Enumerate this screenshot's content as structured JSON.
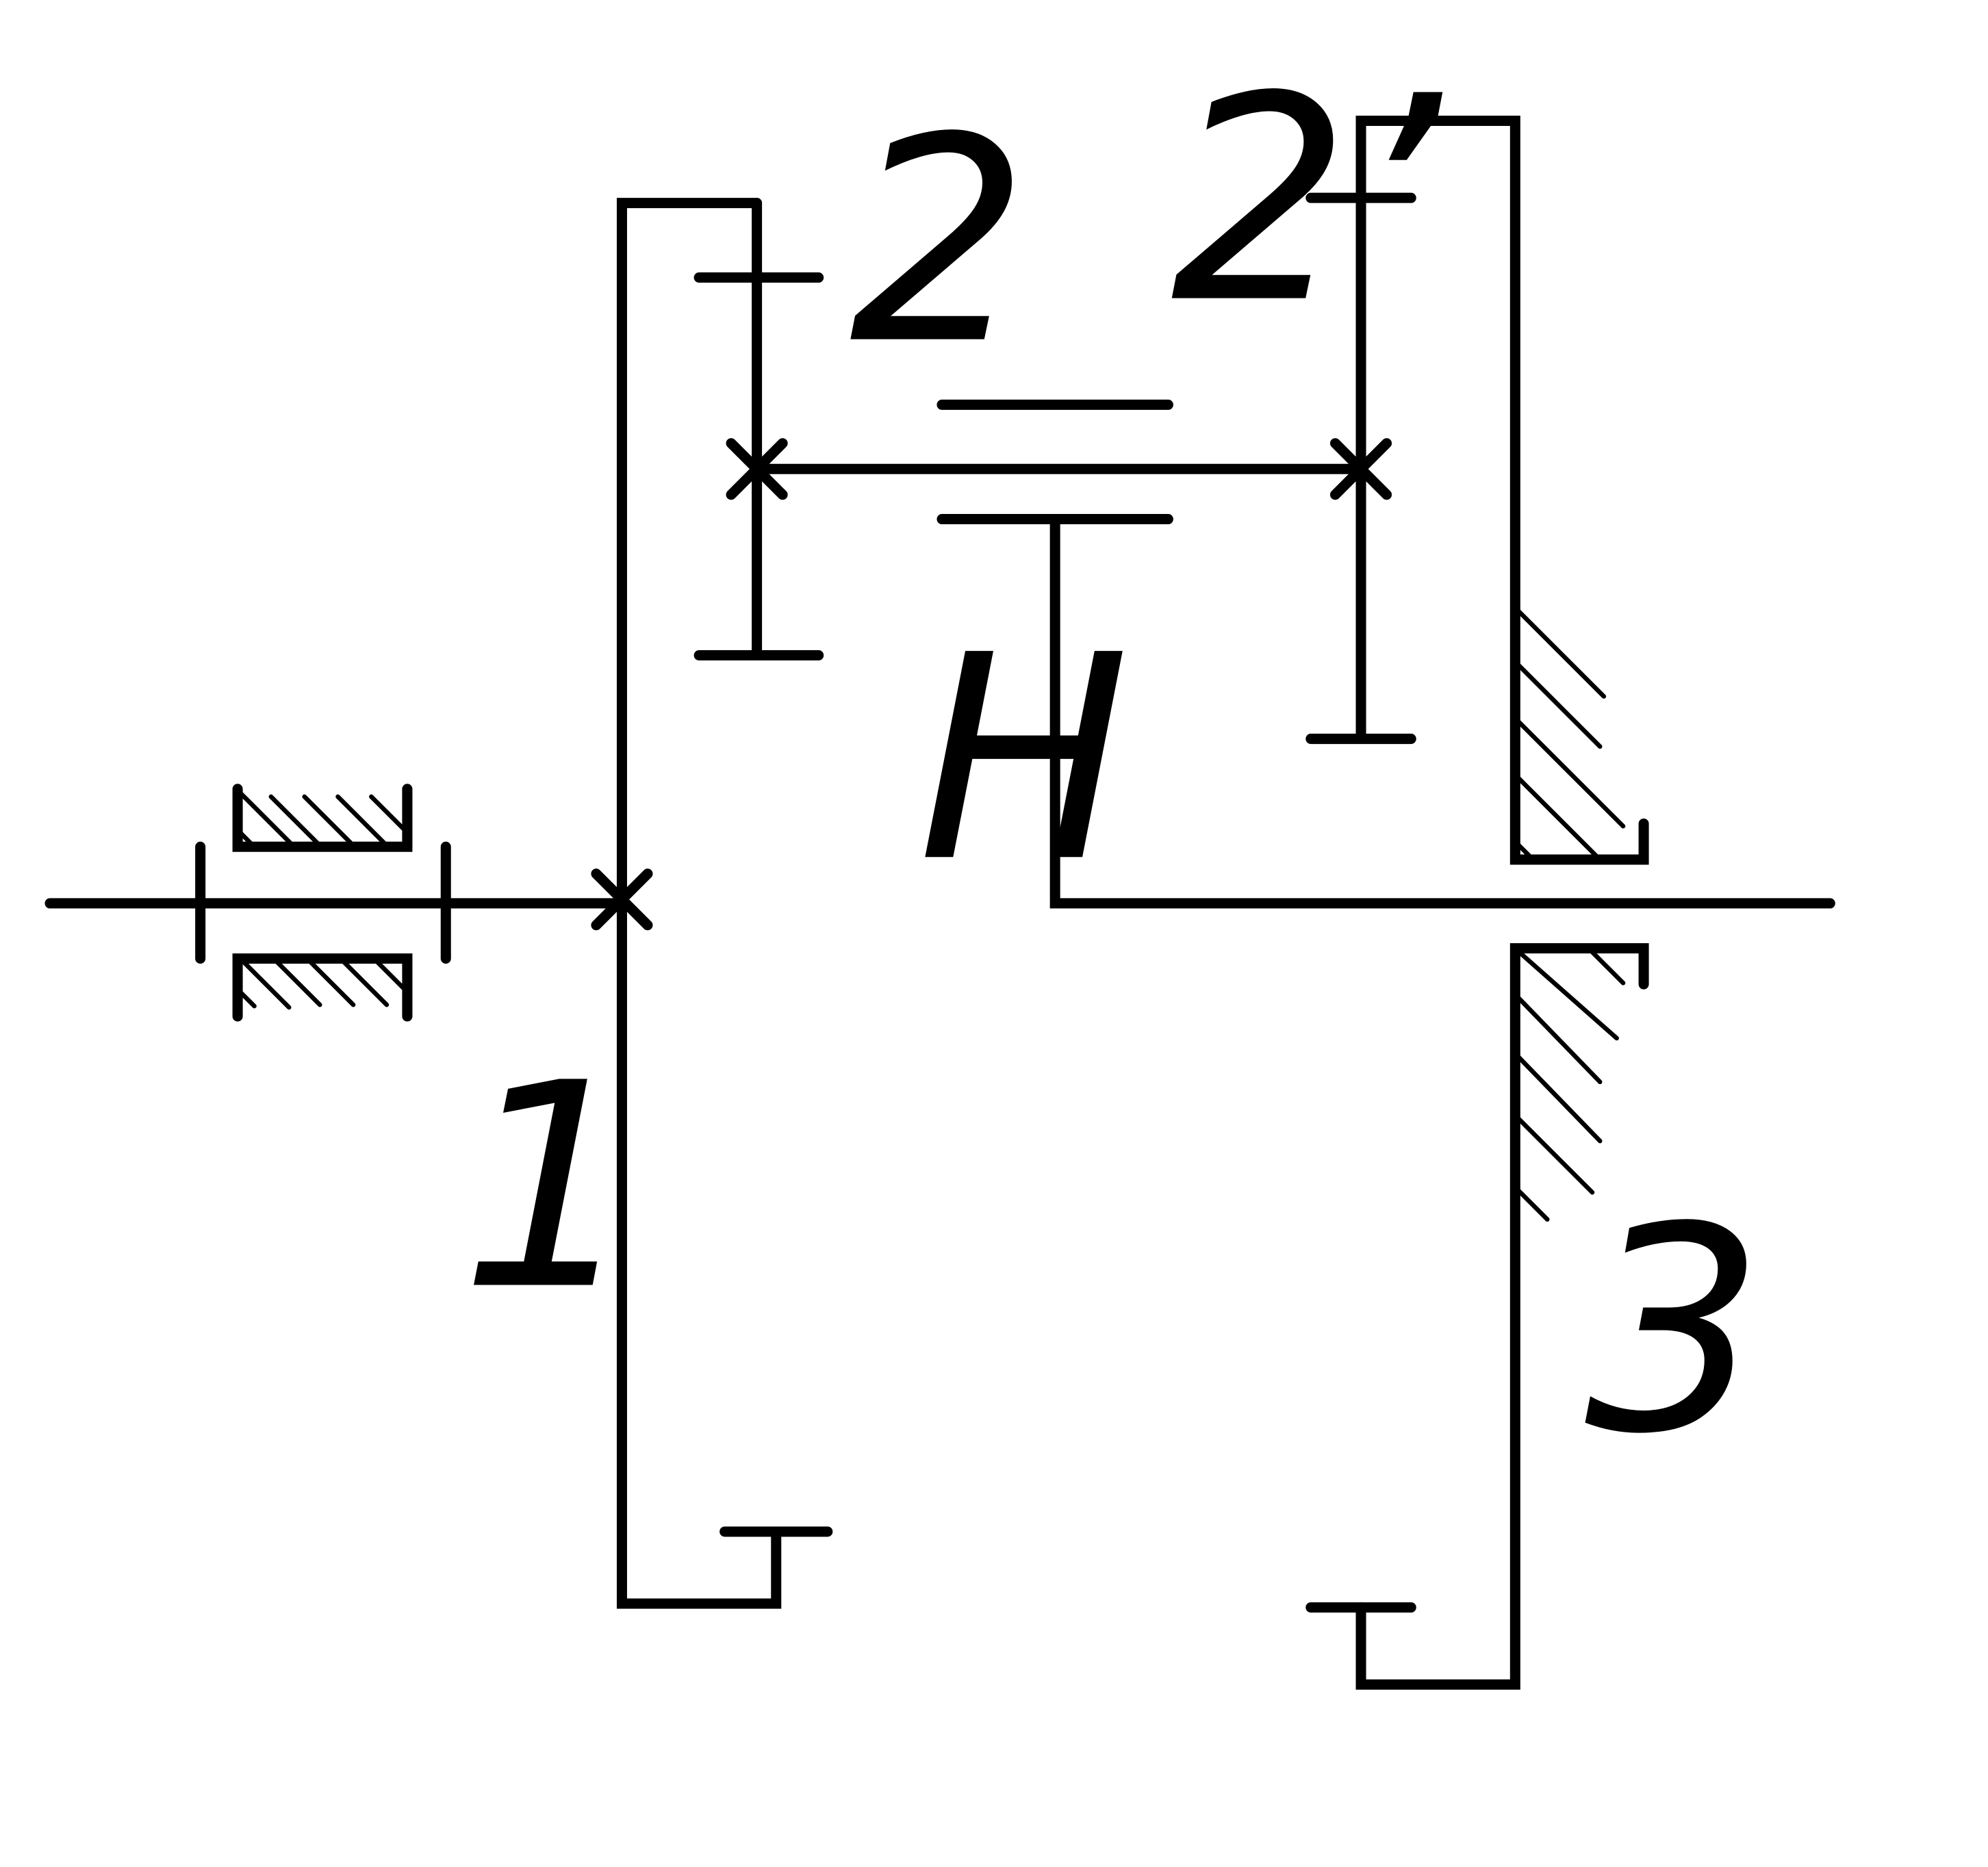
{
  "diagram": {
    "labels": {
      "gear_1": "1",
      "gear_2": "2",
      "gear_2_prime": "2’",
      "carrier": "H",
      "gear_3": "3"
    }
  }
}
